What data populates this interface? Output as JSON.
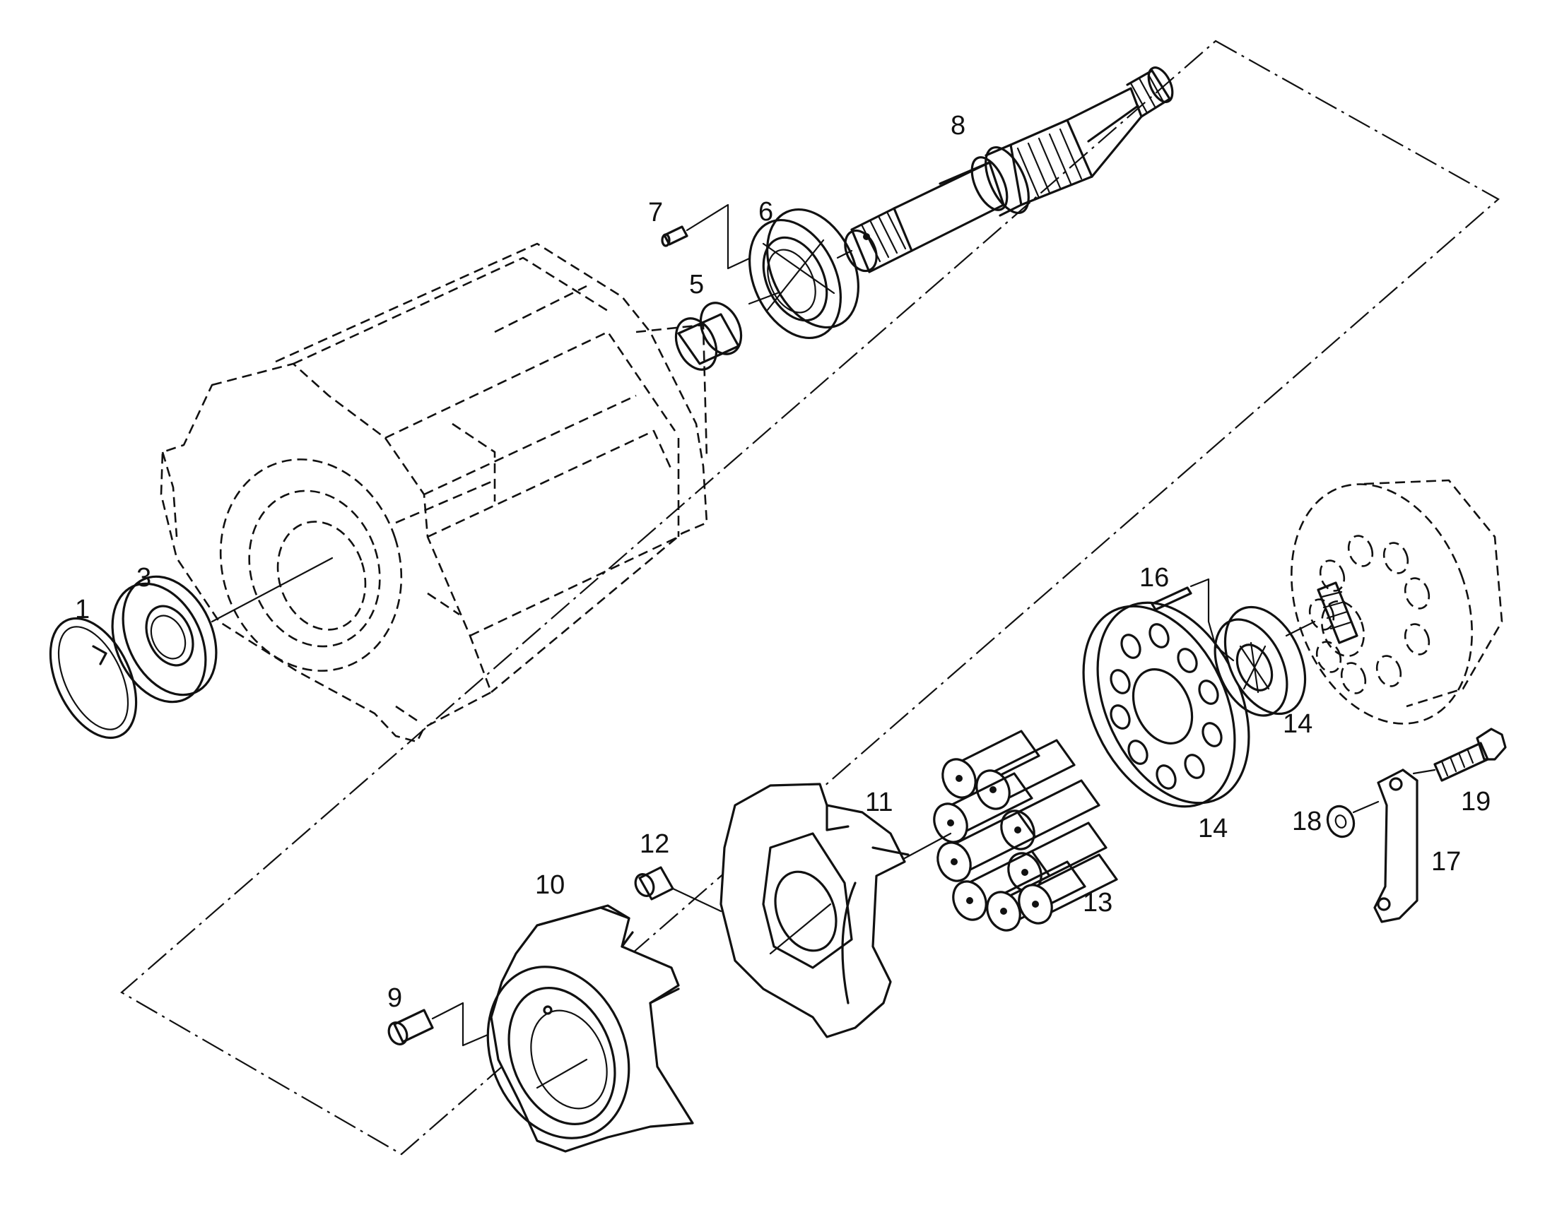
{
  "diagram": {
    "type": "exploded-parts-view",
    "callouts": [
      {
        "id": "c1",
        "text": "1"
      },
      {
        "id": "c3",
        "text": "3"
      },
      {
        "id": "c5",
        "text": "5"
      },
      {
        "id": "c6",
        "text": "6"
      },
      {
        "id": "c7",
        "text": "7"
      },
      {
        "id": "c8",
        "text": "8"
      },
      {
        "id": "c9",
        "text": "9"
      },
      {
        "id": "c10",
        "text": "10"
      },
      {
        "id": "c11",
        "text": "11"
      },
      {
        "id": "c12",
        "text": "12"
      },
      {
        "id": "c13",
        "text": "13"
      },
      {
        "id": "c14a",
        "text": "14"
      },
      {
        "id": "c14b",
        "text": "14"
      },
      {
        "id": "c16",
        "text": "16"
      },
      {
        "id": "c17",
        "text": "17"
      },
      {
        "id": "c18",
        "text": "18"
      },
      {
        "id": "c19",
        "text": "19"
      }
    ]
  }
}
